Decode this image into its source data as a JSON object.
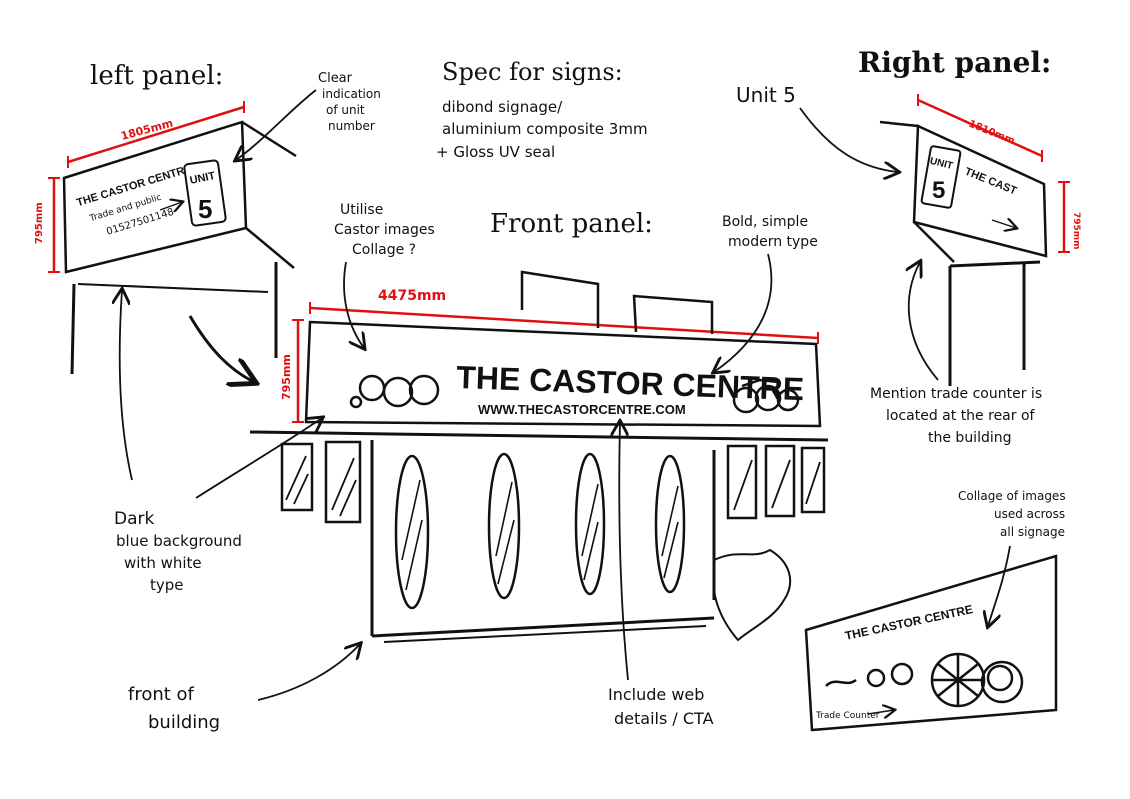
{
  "headings": {
    "left_panel": "left panel:",
    "right_panel": "Right panel:",
    "front_panel": "Front panel:",
    "spec_title": "Spec for signs:"
  },
  "spec_lines": [
    "dibond signage/",
    "aluminium composite 3mm",
    "+ Gloss UV seal"
  ],
  "left_sign": {
    "width_dim": "1805mm",
    "height_dim": "795mm",
    "title": "THE CASTOR CENTRE",
    "subtitle": "Trade and public",
    "phone": "01527501148",
    "unit_label": "UNIT",
    "unit_number": "5"
  },
  "right_sign": {
    "width_dim": "1810mm",
    "height_dim": "795mm",
    "unit_label": "UNIT",
    "unit_number": "5",
    "title": "THE CAST",
    "unit_caption": "Unit 5"
  },
  "front_sign": {
    "width_dim": "4475mm",
    "height_dim": "795mm",
    "title": "THE CASTOR CENTRE",
    "url": "WWW.THECASTORCENTRE.COM"
  },
  "collage_sign": {
    "title": "THE CASTOR CENTRE",
    "footer": "Trade Counter"
  },
  "notes": {
    "clear_indication": [
      "Clear",
      "indication",
      "of unit",
      "number"
    ],
    "utilise_images": [
      "Utilise",
      "Castor images",
      "Collage ?"
    ],
    "bold_type": [
      "Bold, simple",
      "modern type"
    ],
    "dark_blue": [
      "Dark",
      "blue background",
      "with white",
      "type"
    ],
    "front_building": [
      "front of",
      "building"
    ],
    "web_details": [
      "Include web",
      "details / CTA"
    ],
    "trade_counter": [
      "Mention trade counter is",
      "located at the rear of",
      "the building"
    ],
    "collage_all": [
      "Collage of images",
      "used across",
      "all signage"
    ]
  },
  "colors": {
    "ink": "#111111",
    "dimension": "#e01010"
  }
}
